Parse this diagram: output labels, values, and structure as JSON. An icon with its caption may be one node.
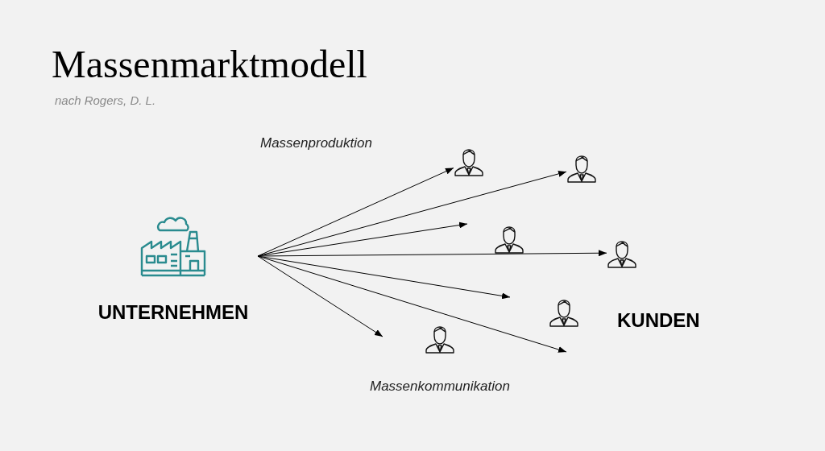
{
  "diagram": {
    "title": "Massenmarktmodell",
    "nodes": [
      {
        "text": [
          "UNTERNEHMEN"
        ]
      },
      {
        "text": [],
        "shape": "person"
      },
      {
        "text": [],
        "shape": "person"
      },
      {
        "text": [],
        "shape": "person"
      },
      {
        "text": [],
        "shape": "person"
      },
      {
        "text": [],
        "shape": "person"
      },
      {
        "text": [],
        "shape": "person"
      }
    ],
    "edges": [
      {
        "from": 0,
        "to": 1,
        "arrow": "to"
      },
      {
        "from": 0,
        "to": 2,
        "arrow": "to"
      },
      {
        "from": 0,
        "to": null,
        "arrow": "to"
      },
      {
        "from": 0,
        "to": 4,
        "arrow": "to"
      },
      {
        "from": 0,
        "to": null,
        "arrow": "to"
      },
      {
        "from": 0,
        "to": null,
        "arrow": "to"
      },
      {
        "from": 0,
        "to": null,
        "arrow": "to"
      }
    ],
    "labels": [
      "nach Rogers, D. L.",
      "Massenproduktion",
      "KUNDEN",
      "Massenkommunikation"
    ]
  }
}
